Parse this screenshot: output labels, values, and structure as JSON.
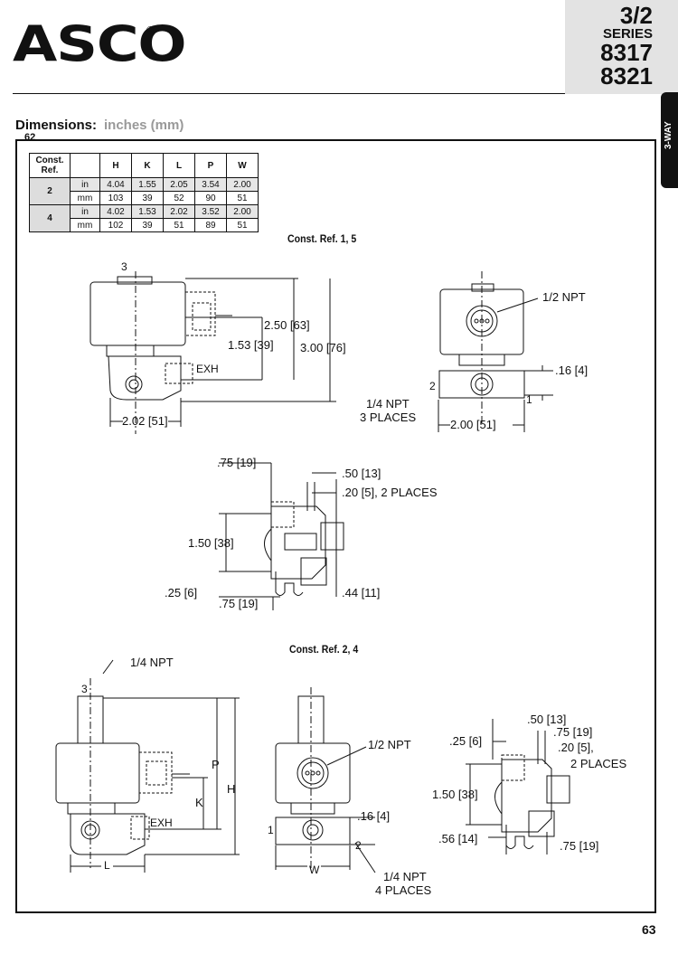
{
  "header": {
    "logo": "ASCO",
    "reg_mark": "®",
    "ratio": "3/2",
    "series_label": "SERIES",
    "series_1": "8317",
    "series_2": "8321",
    "side_tab": "3-WAY"
  },
  "section": {
    "title": "Dimensions:",
    "units": "inches (mm)",
    "overlap_page": "62"
  },
  "table": {
    "header_ref": "Const. Ref.",
    "columns": [
      "H",
      "K",
      "L",
      "P",
      "W"
    ],
    "rows": [
      {
        "ref": "2",
        "in": [
          "4.04",
          "1.55",
          "2.05",
          "3.54",
          "2.00"
        ],
        "mm": [
          "103",
          "39",
          "52",
          "90",
          "51"
        ]
      },
      {
        "ref": "4",
        "in": [
          "4.02",
          "1.53",
          "2.02",
          "3.52",
          "2.00"
        ],
        "mm": [
          "102",
          "39",
          "51",
          "89",
          "51"
        ]
      }
    ],
    "unit_in": "in",
    "unit_mm": "mm"
  },
  "captions": {
    "upper": "Const. Ref. 1, 5",
    "lower": "Const. Ref. 2, 4"
  },
  "labels_upper": {
    "three": "3",
    "exh": "EXH",
    "d250": "2.50 [63]",
    "d153": "1.53 [39]",
    "d300": "3.00 [76]",
    "d202": "2.02 [51]",
    "npt12": "1/2 NPT",
    "d16": ".16 [4]",
    "two": "2",
    "one": "1",
    "npt14": "1/4 NPT",
    "places3": "3 PLACES",
    "d200": "2.00 [51]"
  },
  "labels_mid": {
    "d75a": ".75 [19]",
    "d50": ".50 [13]",
    "d20": ".20 [5], 2 PLACES",
    "d150": "1.50 [38]",
    "d25": ".25 [6]",
    "d44": ".44 [11]",
    "d75b": ".75 [19]"
  },
  "labels_lower": {
    "npt14": "1/4 NPT",
    "three": "3",
    "P": "P",
    "H": "H",
    "K": "K",
    "exh": "EXH",
    "L": "L",
    "npt12": "1/2 NPT",
    "d16": ".16 [4]",
    "one": "1",
    "two": "2",
    "W": "W",
    "npt14b": "1/4 NPT",
    "places4": "4 PLACES",
    "d50": ".50 [13]",
    "d75a": ".75 [19]",
    "d25": ".25 [6]",
    "d20": ".20 [5],",
    "places2": "2 PLACES",
    "d150": "1.50 [38]",
    "d56": ".56 [14]",
    "d75b": ".75 [19]"
  },
  "footer": {
    "page": "63"
  }
}
